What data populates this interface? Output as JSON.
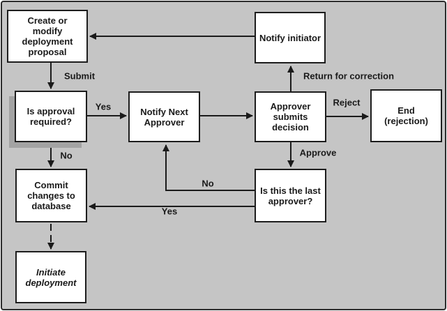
{
  "diagram": {
    "type": "flowchart",
    "colors": {
      "background": "#c5c5c5",
      "node_fill": "#ffffff",
      "node_border": "#1d1d1d",
      "line": "#1b1b1b",
      "decision_shadow": "#a3a3a3"
    },
    "nodes": {
      "create_proposal": {
        "label": "Create or\nmodify\ndeployment\nproposal"
      },
      "is_approval_required": {
        "label": "Is approval\nrequired?"
      },
      "notify_next_approver": {
        "label": "Notify Next\nApprover"
      },
      "notify_initiator": {
        "label": "Notify initiator"
      },
      "approver_submits_decision": {
        "label": "Approver\nsubmits\ndecision"
      },
      "end_rejection": {
        "label": "End\n(rejection)"
      },
      "commit_changes": {
        "label": "Commit\nchanges to\ndatabase"
      },
      "is_last_approver": {
        "label": "Is this the last\napprover?"
      },
      "initiate_deployment": {
        "label": "Initiate\ndeployment"
      }
    },
    "edge_labels": {
      "submit": "Submit",
      "approval_yes": "Yes",
      "approval_no": "No",
      "return_for_correction": "Return for correction",
      "reject": "Reject",
      "approve": "Approve",
      "last_approver_no": "No",
      "last_approver_yes": "Yes"
    }
  }
}
